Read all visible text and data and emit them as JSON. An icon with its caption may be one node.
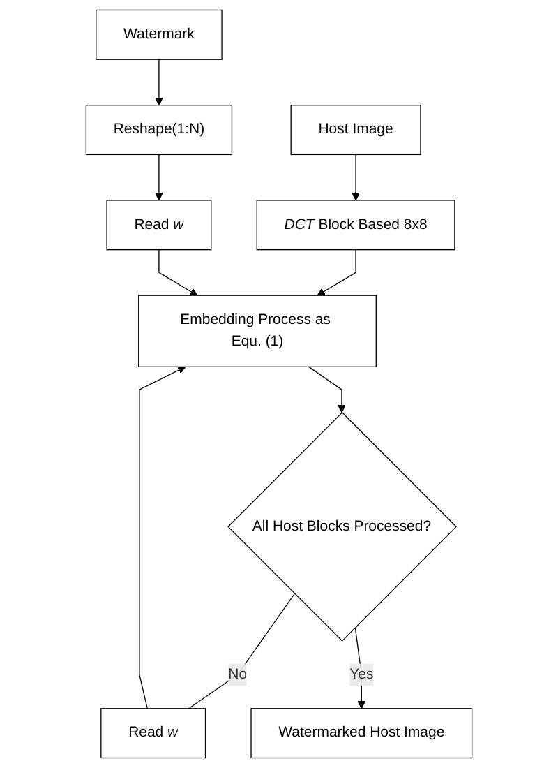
{
  "diagram": {
    "nodes": [
      {
        "text": [
          "Host Image"
        ]
      },
      {
        "text": [
          "Watermark"
        ]
      },
      {
        "text": [
          "*DCT* Block Based 8x8"
        ]
      },
      {
        "text": [
          "Reshape(1:N)"
        ]
      },
      {
        "text": [
          "Read *w*"
        ]
      },
      {
        "text": [
          "Embedding Process as Equ. (1)"
        ]
      },
      {
        "text": [
          "Read *w*"
        ]
      },
      {
        "text": [
          "All Host Blocks Processed?"
        ]
      },
      {
        "text": [
          "Watermarked Host Image"
        ]
      }
    ],
    "edges": [
      {
        "from": 0,
        "to": 2,
        "arrow": "to"
      },
      {
        "from": 1,
        "to": 3,
        "arrow": "to"
      },
      {
        "from": 3,
        "to": 4,
        "arrow": "to"
      },
      {
        "from": 2,
        "to": 5,
        "arrow": "to"
      },
      {
        "from": 4,
        "to": 5,
        "arrow": "to"
      },
      {
        "from": 5,
        "to": 7,
        "arrow": "to"
      },
      {
        "from": 7,
        "to": 6,
        "arrow": "none",
        "label": "No"
      },
      {
        "from": 6,
        "to": 5,
        "arrow": "to"
      },
      {
        "from": 7,
        "to": 8,
        "arrow": "to",
        "label": "Yes"
      }
    ]
  }
}
